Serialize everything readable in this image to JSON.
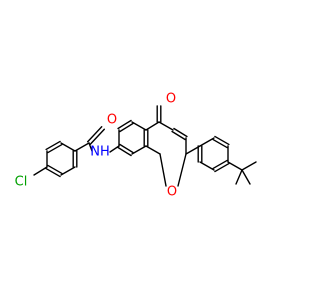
{
  "atoms": {
    "oxygen_color": "#ff0000",
    "nitrogen_color": "#0000ff",
    "chlorine_color": "#00a000",
    "carbon_color": "#000000",
    "carbonyl_O_amide": "O",
    "amide_NH": "NH",
    "ketone_O": "O",
    "ring_O": "O",
    "chlorine": "Cl"
  }
}
